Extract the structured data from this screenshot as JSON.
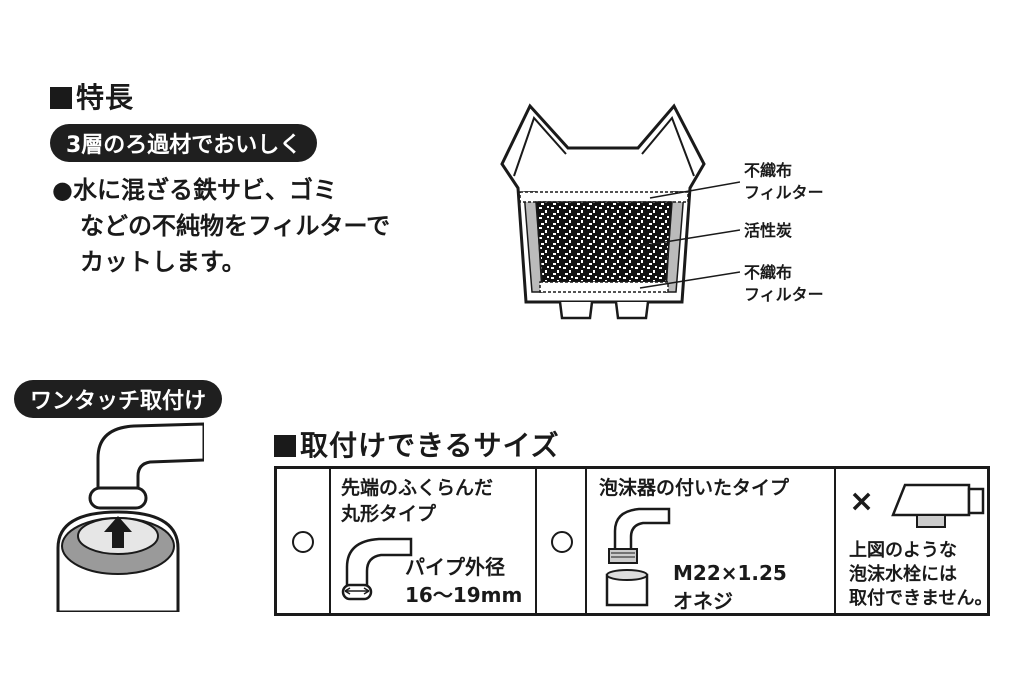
{
  "features": {
    "heading_mark": "■",
    "heading": "特長",
    "subheading": "3層のろ過材でおいしく",
    "bullet": "●",
    "lines": [
      "水に混ざる鉄サビ、ゴミ",
      "などの不純物をフィルターで",
      "カットします。"
    ]
  },
  "filter_diagram": {
    "label_top": [
      "不織布",
      "フィルター"
    ],
    "label_middle": "活性炭",
    "label_bottom": [
      "不織布",
      "フィルター"
    ]
  },
  "one_touch": {
    "label": "ワンタッチ取付け"
  },
  "sizes": {
    "heading_mark": "■",
    "heading": "取付けできるサイズ",
    "col1": {
      "mark": "○",
      "title_lines": [
        "先端のふくらんだ",
        "丸形タイプ"
      ],
      "spec_lines": [
        "パイプ外径",
        "16〜19mm"
      ]
    },
    "col2": {
      "mark": "○",
      "title_lines": [
        "泡沫器の付いたタイプ"
      ],
      "spec_lines": [
        "M22×1.25",
        "オネジ"
      ]
    },
    "col3": {
      "mark": "×",
      "note_lines": [
        "上図のような",
        "泡沫水栓には",
        "取付できません。"
      ]
    }
  }
}
